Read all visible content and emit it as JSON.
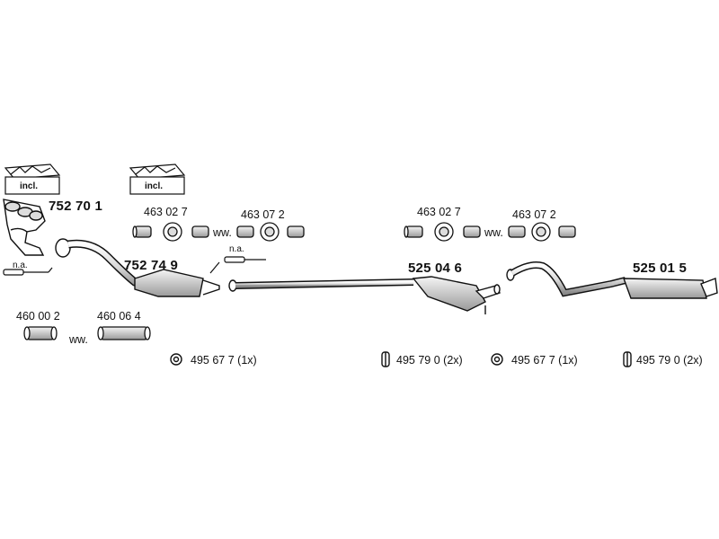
{
  "kits": {
    "left_box_label": "incl.",
    "mid_box_label": "incl."
  },
  "parts": {
    "manifold": "752 70 1",
    "catalyst": "752 74 9",
    "middle_silencer": "525 04 6",
    "rear_silencer": "525 01 5"
  },
  "mounting_parts": {
    "gasket_left": "460 00 2",
    "gasket_right": "460 06 4",
    "clamp_a_1": "463 02 7",
    "clamp_b_1": "463 07 2",
    "clamp_a_2": "463 02 7",
    "clamp_b_2": "463 07 2"
  },
  "separators": {
    "ww1": "ww.",
    "ww2": "ww.",
    "ww3": "ww."
  },
  "notes": {
    "na1": "n.a.",
    "na2": "n.a."
  },
  "hangers": [
    {
      "code": "495 67 7",
      "qty": "(1x)",
      "icon": "ring-hanger-icon"
    },
    {
      "code": "495 79 0",
      "qty": "(2x)",
      "icon": "rubber-hanger-icon"
    },
    {
      "code": "495 67 7",
      "qty": "(1x)",
      "icon": "ring-hanger-icon"
    },
    {
      "code": "495 79 0",
      "qty": "(2x)",
      "icon": "rubber-hanger-icon"
    }
  ],
  "colors": {
    "line": "#111111",
    "fill": "#ffffff",
    "shade": "#9a9a9a"
  }
}
